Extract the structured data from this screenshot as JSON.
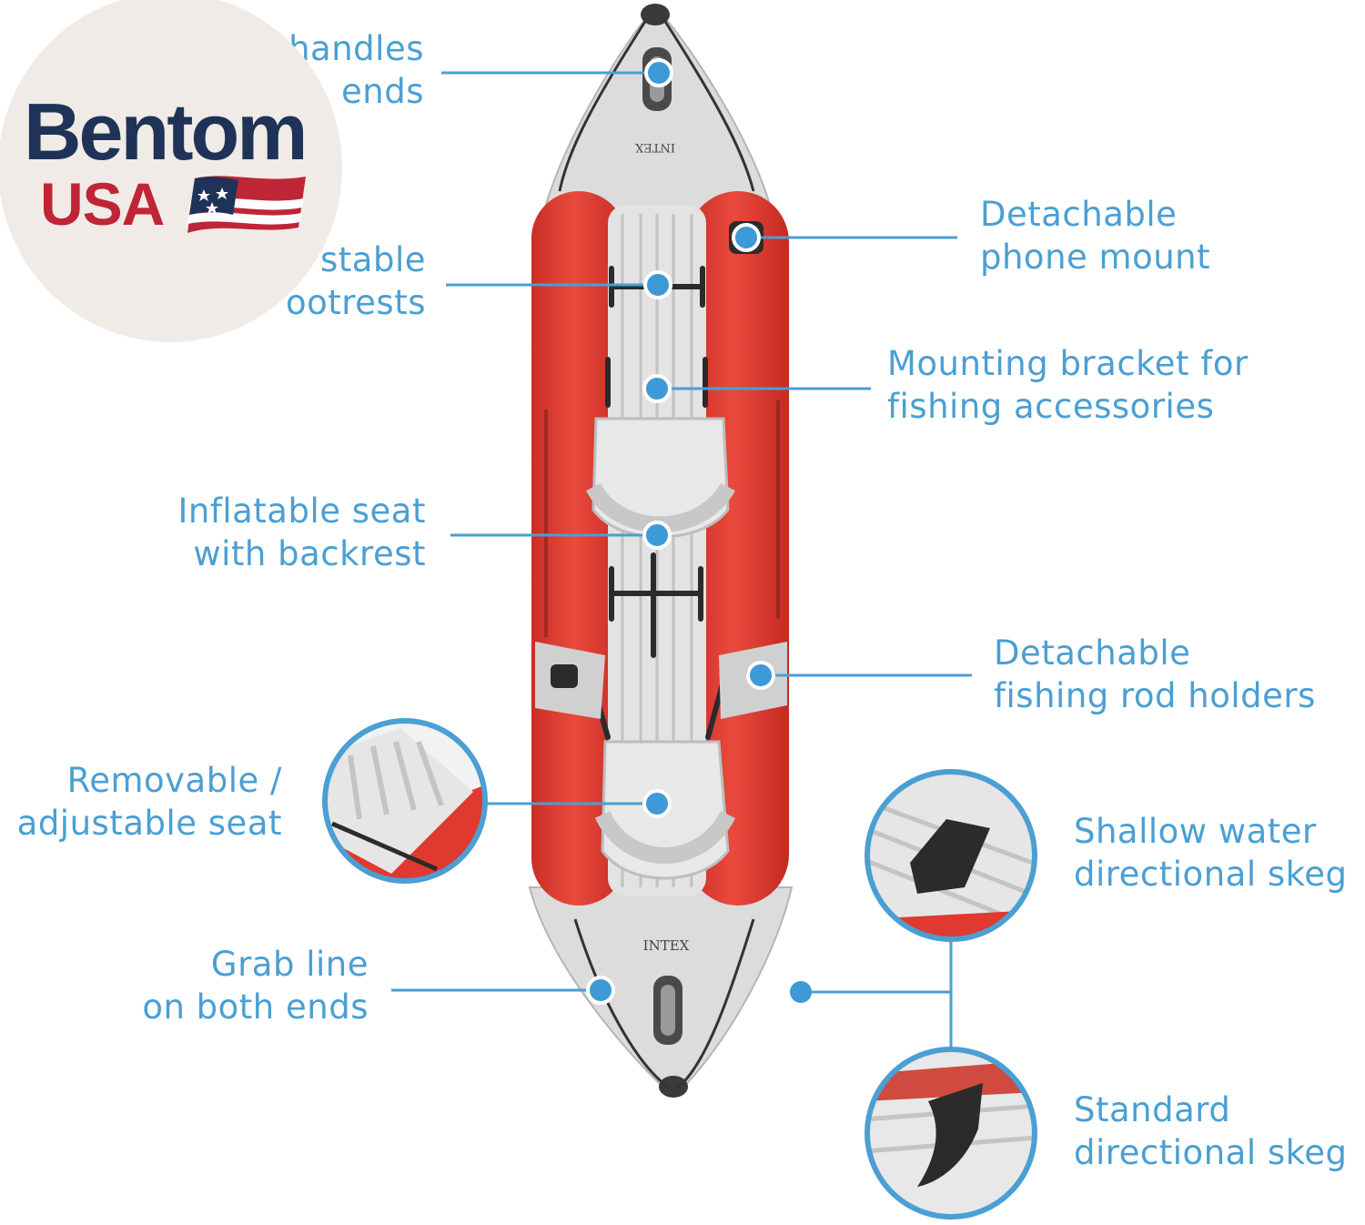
{
  "brand": {
    "name": "Bentom",
    "country": "USA",
    "colors": {
      "navy": "#1f3358",
      "red": "#bf2536",
      "disc": "#f0ebe6"
    }
  },
  "product": {
    "hull_marking_bow": "INTEX",
    "hull_marking_stern": "INTEX"
  },
  "features": {
    "carry_handles": [
      "handles",
      "ends"
    ],
    "footrests": [
      "stable",
      "ootrests"
    ],
    "inflatable_seat": [
      "Inflatable seat",
      "with backrest"
    ],
    "removable_seat": [
      "Removable /",
      "adjustable seat"
    ],
    "grab_line": [
      "Grab line",
      "on both ends"
    ],
    "phone_mount": [
      "Detachable",
      "phone mount"
    ],
    "mounting_bracket": [
      "Mounting bracket for",
      "fishing accessories"
    ],
    "rod_holders": [
      "Detachable",
      "fishing rod holders"
    ],
    "shallow_skeg": [
      "Shallow water",
      "directional skeg"
    ],
    "standard_skeg": [
      "Standard",
      "directional skeg"
    ]
  },
  "colors": {
    "callout_blue": "#4a9fd3",
    "kayak_red": "#e0392f",
    "kayak_gray": "#d9d9d9",
    "dark_fitting": "#2b2b2b"
  }
}
